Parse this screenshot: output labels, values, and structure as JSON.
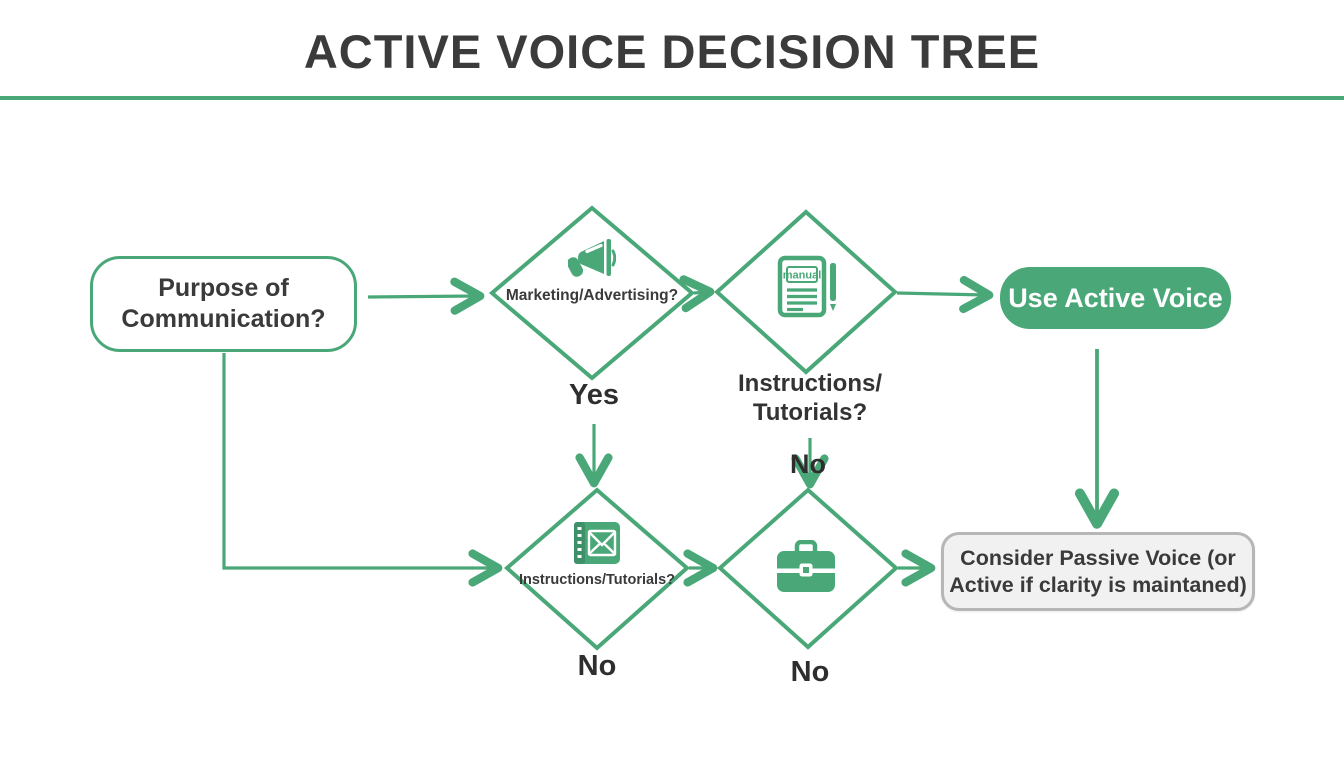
{
  "title": "ACTIVE VOICE DECISION TREE",
  "colors": {
    "accent_green": "#4AA878",
    "accent_green_dark": "#3E9068",
    "text_dark": "#3A3A3A",
    "gray_box_fill": "#F1F1F1",
    "gray_box_border": "#B6B6B6"
  },
  "nodes": {
    "purpose": {
      "label": "Purpose of\nCommunication?"
    },
    "marketing_check": {
      "label": "Marketing/Advertising?",
      "icon": "megaphone-icon"
    },
    "manual_check": {
      "label": "Instructions/\nTutorials?",
      "icon": "manual-document-icon",
      "icon_text": "manual"
    },
    "use_active": {
      "label": "Use Active Voice"
    },
    "instructions_check": {
      "label": "Instructions/Tutorials?",
      "icon": "mail-icon"
    },
    "business_check": {
      "icon": "briefcase-icon"
    },
    "consider_passive": {
      "label": "Consider Passive Voice (or\nActive if clarity is maintaned)"
    }
  },
  "edge_labels": {
    "yes": "Yes",
    "no_top": "No",
    "no_bottom_left": "No",
    "no_bottom_mid": "No"
  }
}
